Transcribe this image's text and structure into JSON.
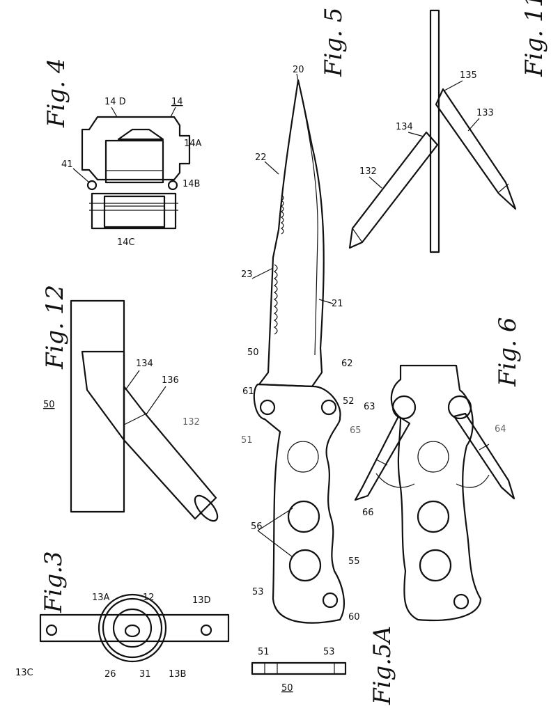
{
  "figures": {
    "fig3": {
      "label": "Fig.3",
      "refs": {
        "13a": "13A",
        "12": "12",
        "13d": "13D",
        "13c": "13C",
        "26": "26",
        "31": "31",
        "13b": "13B"
      }
    },
    "fig4": {
      "label": "Fig. 4",
      "refs": {
        "14d": "14 D",
        "14": "14",
        "14a": "14A",
        "41": "41",
        "14b": "14B",
        "14c": "14C"
      }
    },
    "fig5": {
      "label": "Fig. 5",
      "refs": {
        "20": "20",
        "22": "22",
        "23": "23",
        "21": "21",
        "50": "50",
        "62": "62",
        "61": "61",
        "52": "52",
        "51": "51",
        "56": "56",
        "55": "55",
        "53": "53",
        "60": "60"
      }
    },
    "fig5a": {
      "label": "Fig.5A",
      "refs": {
        "51": "51",
        "53": "53",
        "50": "50"
      }
    },
    "fig6": {
      "label": "Fig. 6",
      "refs": {
        "63": "63",
        "65": "65",
        "64": "64",
        "66": "66"
      }
    },
    "fig11": {
      "label": "Fig. 11",
      "refs": {
        "135": "135",
        "134": "134",
        "133": "133",
        "132": "132"
      }
    },
    "fig12": {
      "label": "Fig. 12",
      "refs": {
        "134": "134",
        "136": "136",
        "50": "50",
        "132": "132"
      }
    }
  }
}
